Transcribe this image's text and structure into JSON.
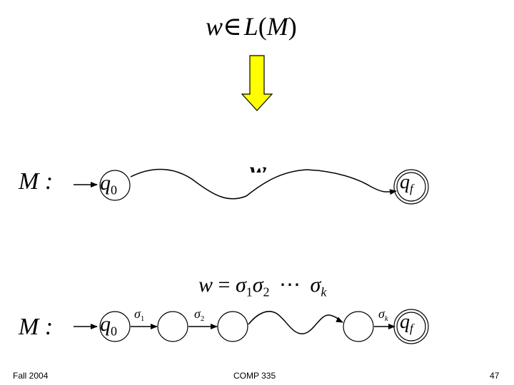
{
  "slide": {
    "title": {
      "w": "w",
      "in": "∈",
      "L": "L",
      "open": "(",
      "M": "M",
      "close": ")"
    },
    "arrow_color": "#ffff00",
    "top": {
      "machine_label": "M :",
      "start_state": {
        "letter": "q",
        "sub": "0"
      },
      "path_label": "w",
      "final_state": {
        "letter": "q",
        "sub": "f"
      }
    },
    "equation": {
      "w": "w",
      "eq": "=",
      "s1": "σ",
      "s1sub": "1",
      "s2": "σ",
      "s2sub": "2",
      "dots": "⋯",
      "sk": "σ",
      "sksub": "k"
    },
    "bottom": {
      "machine_label": "M :",
      "start_state": {
        "letter": "q",
        "sub": "0"
      },
      "t1": {
        "letter": "σ",
        "sub": "1"
      },
      "t2": {
        "letter": "σ",
        "sub": "2"
      },
      "tk": {
        "letter": "σ",
        "sub": "k"
      },
      "final_state": {
        "letter": "q",
        "sub": "f"
      }
    },
    "footer": {
      "left": "Fall 2004",
      "center": "COMP 335",
      "right": "47"
    }
  }
}
